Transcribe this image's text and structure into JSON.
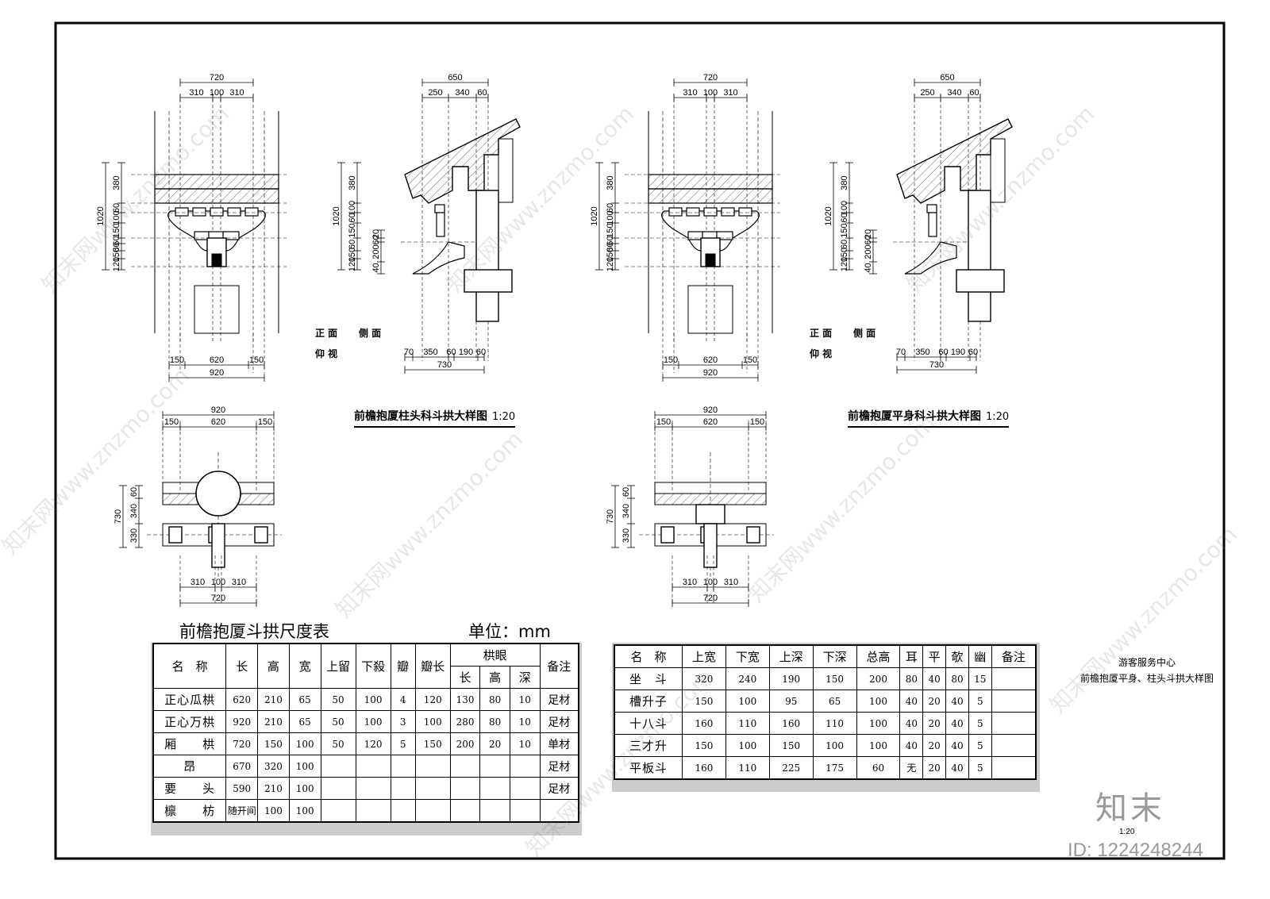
{
  "drawing1": {
    "caption": "前檐抱厦柱头科斗拱大样图",
    "scale": "1:20",
    "front_top_dims": [
      "720",
      "310",
      "100",
      "310"
    ],
    "front_left_dims": [
      "1020",
      "380",
      "60",
      "100",
      "150",
      "60",
      "60",
      "150",
      "120"
    ],
    "front_bottom_dims": [
      "150",
      "620",
      "150",
      "920"
    ],
    "side_top_dims": [
      "650",
      "250",
      "340",
      "60"
    ],
    "side_left_dims": [
      "1020",
      "380",
      "100",
      "60",
      "150",
      "60",
      "150",
      "120",
      "20",
      "60",
      "200",
      "40"
    ],
    "side_bottom_dims": [
      "70",
      "350",
      "60",
      "190",
      "60",
      "730"
    ],
    "legend": [
      "正 面",
      "侧 面",
      "仰 视"
    ],
    "plan_top_dims": [
      "920",
      "150",
      "620",
      "150"
    ],
    "plan_left_dims": [
      "730",
      "60",
      "340",
      "330"
    ],
    "plan_bottom_dims": [
      "310",
      "100",
      "310",
      "720"
    ]
  },
  "drawing2": {
    "caption": "前檐抱厦平身科斗拱大样图",
    "scale": "1:20",
    "front_top_dims": [
      "720",
      "310",
      "100",
      "310"
    ],
    "front_left_dims": [
      "1020",
      "380",
      "60",
      "100",
      "150",
      "60",
      "60",
      "150",
      "120"
    ],
    "front_bottom_dims": [
      "150",
      "620",
      "150",
      "920"
    ],
    "side_top_dims": [
      "650",
      "250",
      "340",
      "60"
    ],
    "side_left_dims": [
      "1020",
      "380",
      "100",
      "60",
      "150",
      "60",
      "150",
      "120",
      "20",
      "60",
      "200",
      "40"
    ],
    "side_bottom_dims": [
      "70",
      "350",
      "60",
      "190",
      "60",
      "730"
    ],
    "legend": [
      "正 面",
      "侧 面",
      "仰 视"
    ],
    "plan_top_dims": [
      "920",
      "150",
      "620",
      "150"
    ],
    "plan_left_dims": [
      "730",
      "60",
      "340",
      "330"
    ],
    "plan_bottom_dims": [
      "310",
      "100",
      "310",
      "720"
    ]
  },
  "table1": {
    "title": "前檐抱厦斗拱尺度表",
    "unit": "单位：mm",
    "headers": [
      "名　称",
      "长",
      "高",
      "宽",
      "上留",
      "下殺",
      "瓣",
      "瓣长",
      "栱眼",
      "备注"
    ],
    "sub_headers": [
      "长",
      "高",
      "深"
    ],
    "rows": [
      [
        "正心瓜栱",
        "620",
        "210",
        "65",
        "50",
        "100",
        "4",
        "120",
        "130",
        "80",
        "10",
        "足材"
      ],
      [
        "正心万栱",
        "920",
        "210",
        "65",
        "50",
        "100",
        "3",
        "100",
        "280",
        "80",
        "10",
        "足材"
      ],
      [
        "厢　　栱",
        "720",
        "150",
        "100",
        "50",
        "120",
        "5",
        "150",
        "200",
        "20",
        "10",
        "单材"
      ],
      [
        "昂",
        "670",
        "320",
        "100",
        "",
        "",
        "",
        "",
        "",
        "",
        "",
        "足材"
      ],
      [
        "要　　头",
        "590",
        "210",
        "100",
        "",
        "",
        "",
        "",
        "",
        "",
        "",
        "足材"
      ],
      [
        "檩　　枋",
        "随开间",
        "100",
        "100",
        "",
        "",
        "",
        "",
        "",
        "",
        "",
        ""
      ]
    ]
  },
  "table2": {
    "headers": [
      "名　称",
      "上宽",
      "下宽",
      "上深",
      "下深",
      "总高",
      "耳",
      "平",
      "欹",
      "幽",
      "备注"
    ],
    "rows": [
      [
        "坐　斗",
        "320",
        "240",
        "190",
        "150",
        "200",
        "80",
        "40",
        "80",
        "15",
        ""
      ],
      [
        "槽升子",
        "150",
        "100",
        "95",
        "65",
        "100",
        "40",
        "20",
        "40",
        "5",
        ""
      ],
      [
        "十八斗",
        "160",
        "110",
        "160",
        "110",
        "100",
        "40",
        "20",
        "40",
        "5",
        ""
      ],
      [
        "三才升",
        "150",
        "100",
        "150",
        "100",
        "100",
        "40",
        "20",
        "40",
        "5",
        ""
      ],
      [
        "平板斗",
        "160",
        "110",
        "225",
        "175",
        "60",
        "无",
        "20",
        "40",
        "5",
        ""
      ]
    ]
  },
  "title_block": {
    "project": "游客服务中心",
    "drawing": "前檐抱厦平身、柱头斗拱大样图",
    "scale": "1:20"
  },
  "brand": {
    "logo": "知末",
    "id": "ID: 1224248244",
    "watermark": "知末网www.znzmo.com"
  }
}
